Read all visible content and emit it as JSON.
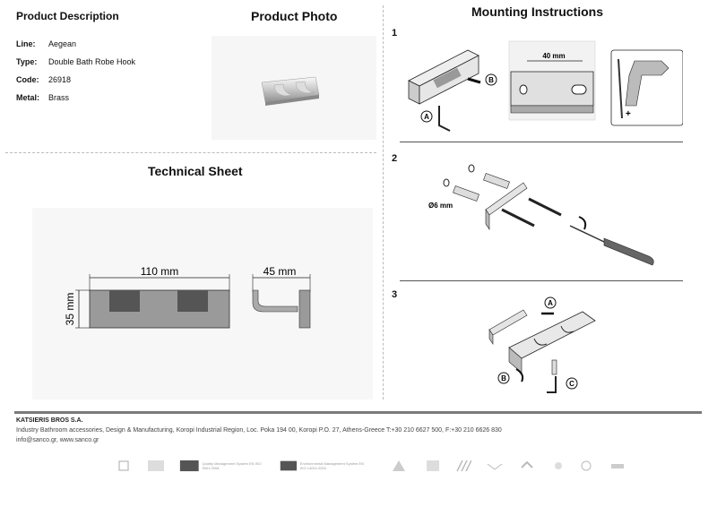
{
  "headings": {
    "product_description": "Product Description",
    "product_photo": "Product Photo",
    "mounting_instructions": "Mounting Instructions",
    "technical_sheet": "Technical Sheet"
  },
  "specs": [
    {
      "label": "Line:",
      "value": "Aegean"
    },
    {
      "label": "Type:",
      "value": "Double Bath Robe Hook"
    },
    {
      "label": "Code:",
      "value": "26918"
    },
    {
      "label": "Metal:",
      "value": "Brass"
    }
  ],
  "technical": {
    "width": "110 mm",
    "height": "35 mm",
    "depth": "45 mm"
  },
  "steps": {
    "s1": "1",
    "s2": "2",
    "s3": "3",
    "dim_40": "40 mm",
    "label_a": "A",
    "label_b": "B",
    "label_c": "C",
    "dim_6": "Ø6 mm"
  },
  "footer": {
    "company": "KATSIERIS BROS S.A.",
    "address": "Industry Bathroom accessories, Design & Manufacturing, Koropi Industrial Region, Loc. Poka 194 00, Koropi P.O. 27, Athens-Greece   T:+30 210 6627 500, F:+30 210 6626 830",
    "contact": "info@sanco.gr, www.sanco.gr",
    "cert_quality": "Quality Management System EN ISO 9001:2008",
    "cert_env": "Environmental Management System EN ISO 14001:2004"
  }
}
